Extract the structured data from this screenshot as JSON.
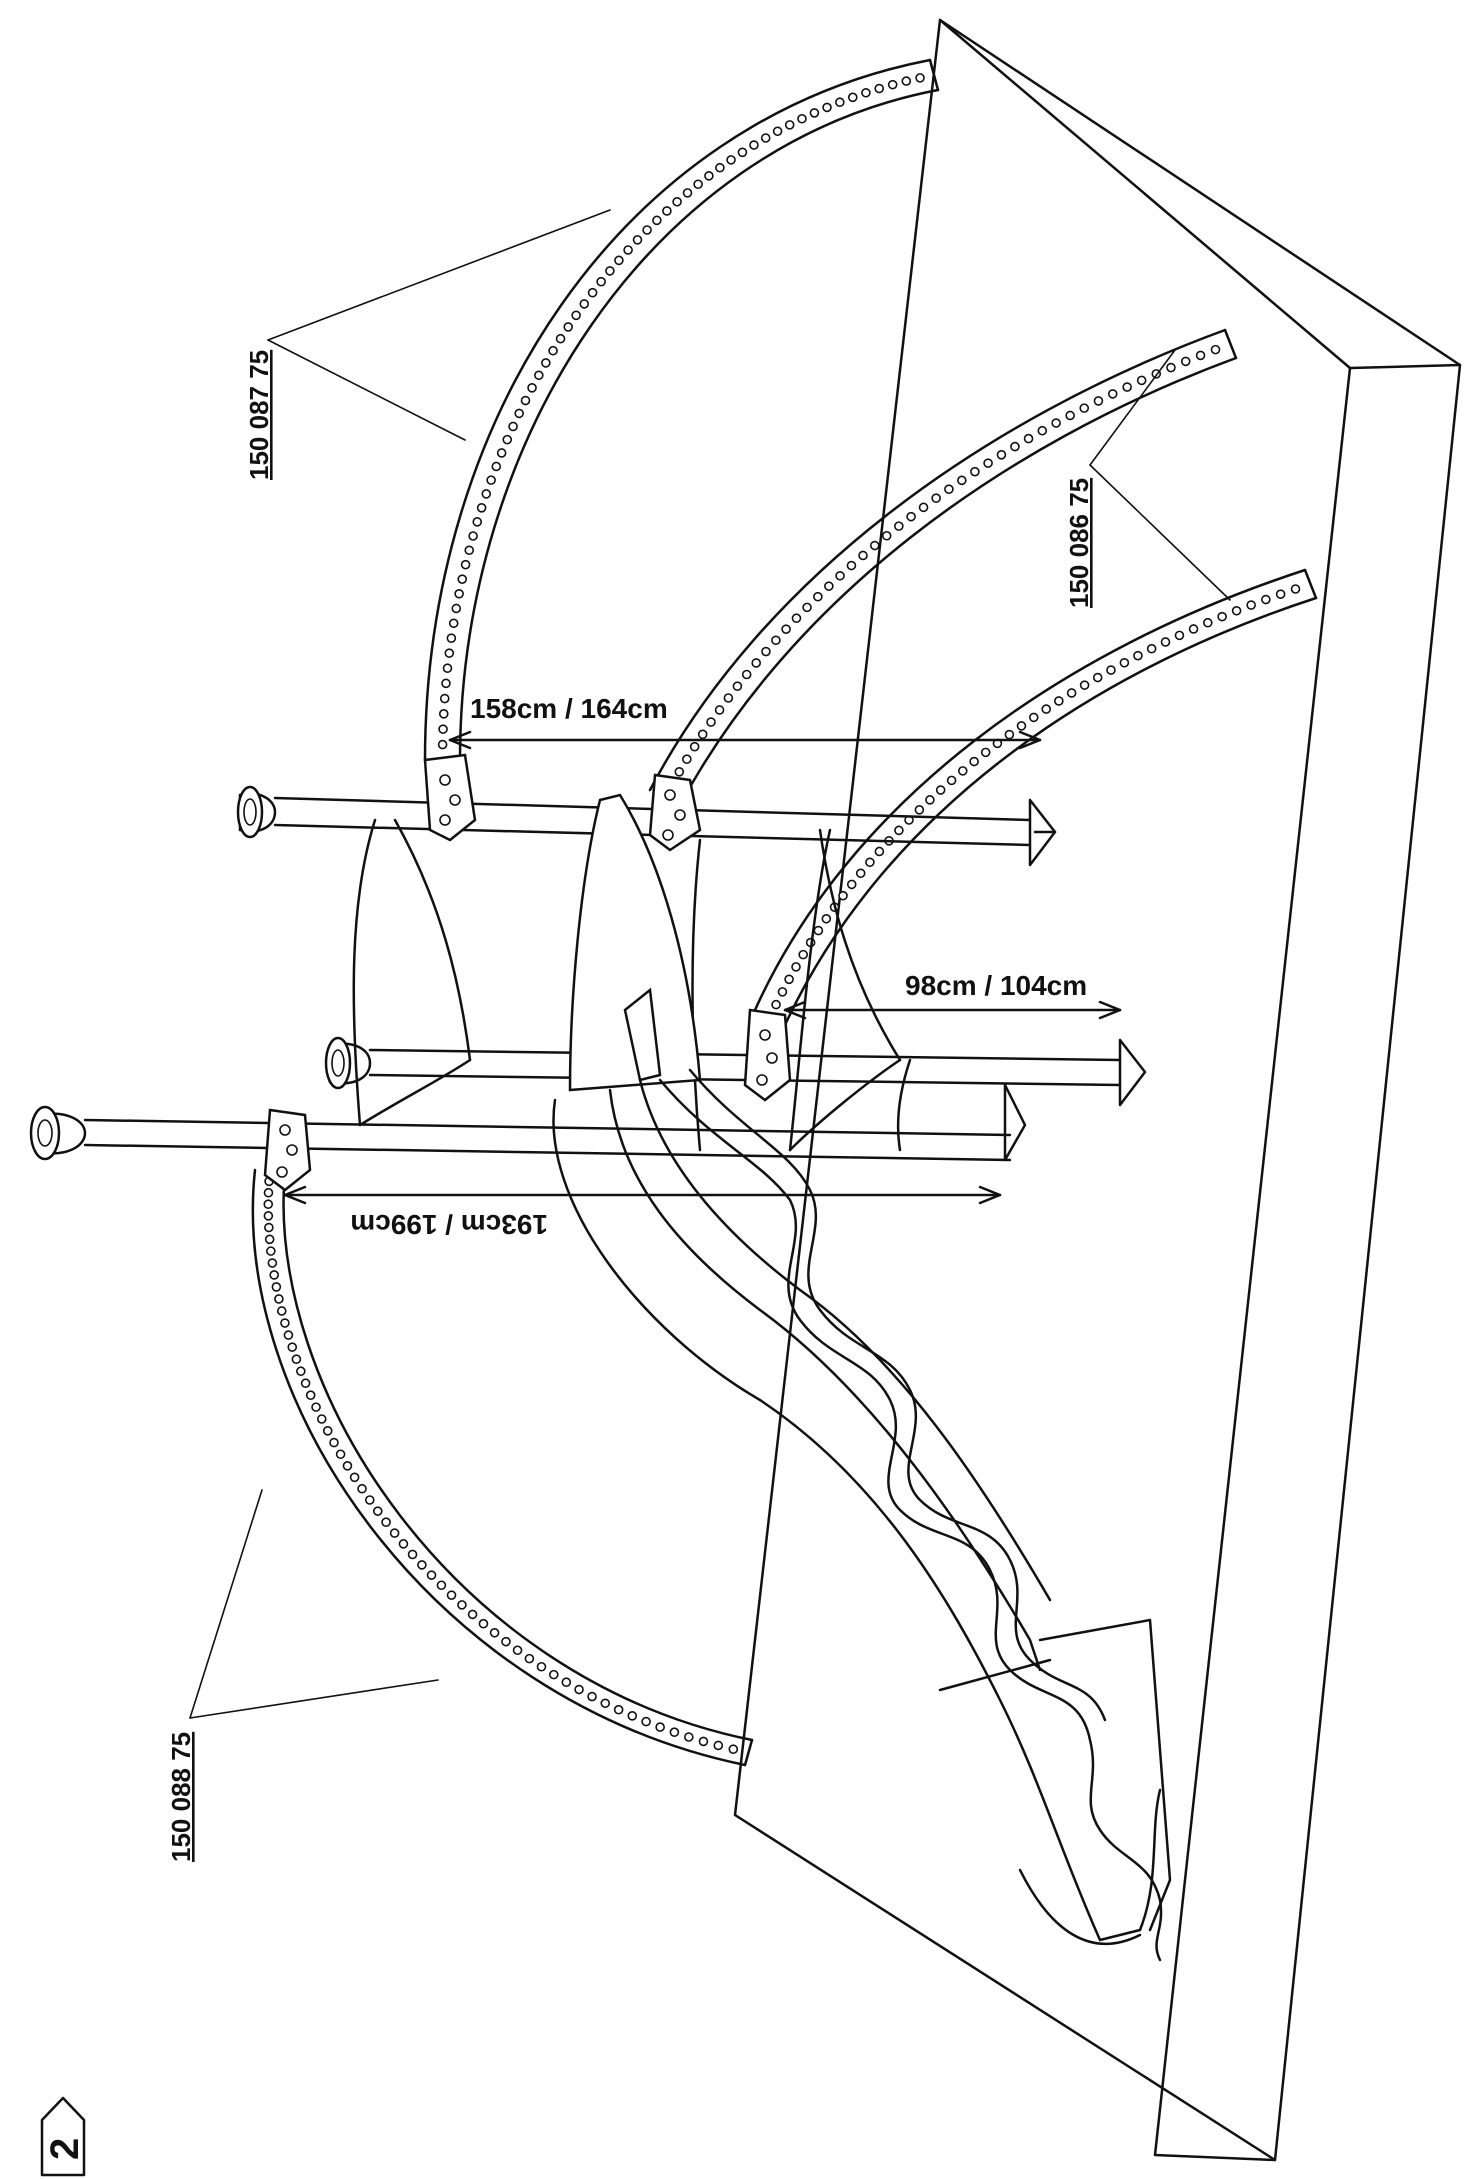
{
  "step": {
    "number": "2"
  },
  "part_numbers": {
    "top_arc": "150 087 75",
    "right_arcs": "150 086 75",
    "bottom_arc": "150 088 75"
  },
  "dimensions": {
    "upper": "158cm / 164cm",
    "middle": "98cm / 104cm",
    "lower": "193cm / 199cm"
  }
}
